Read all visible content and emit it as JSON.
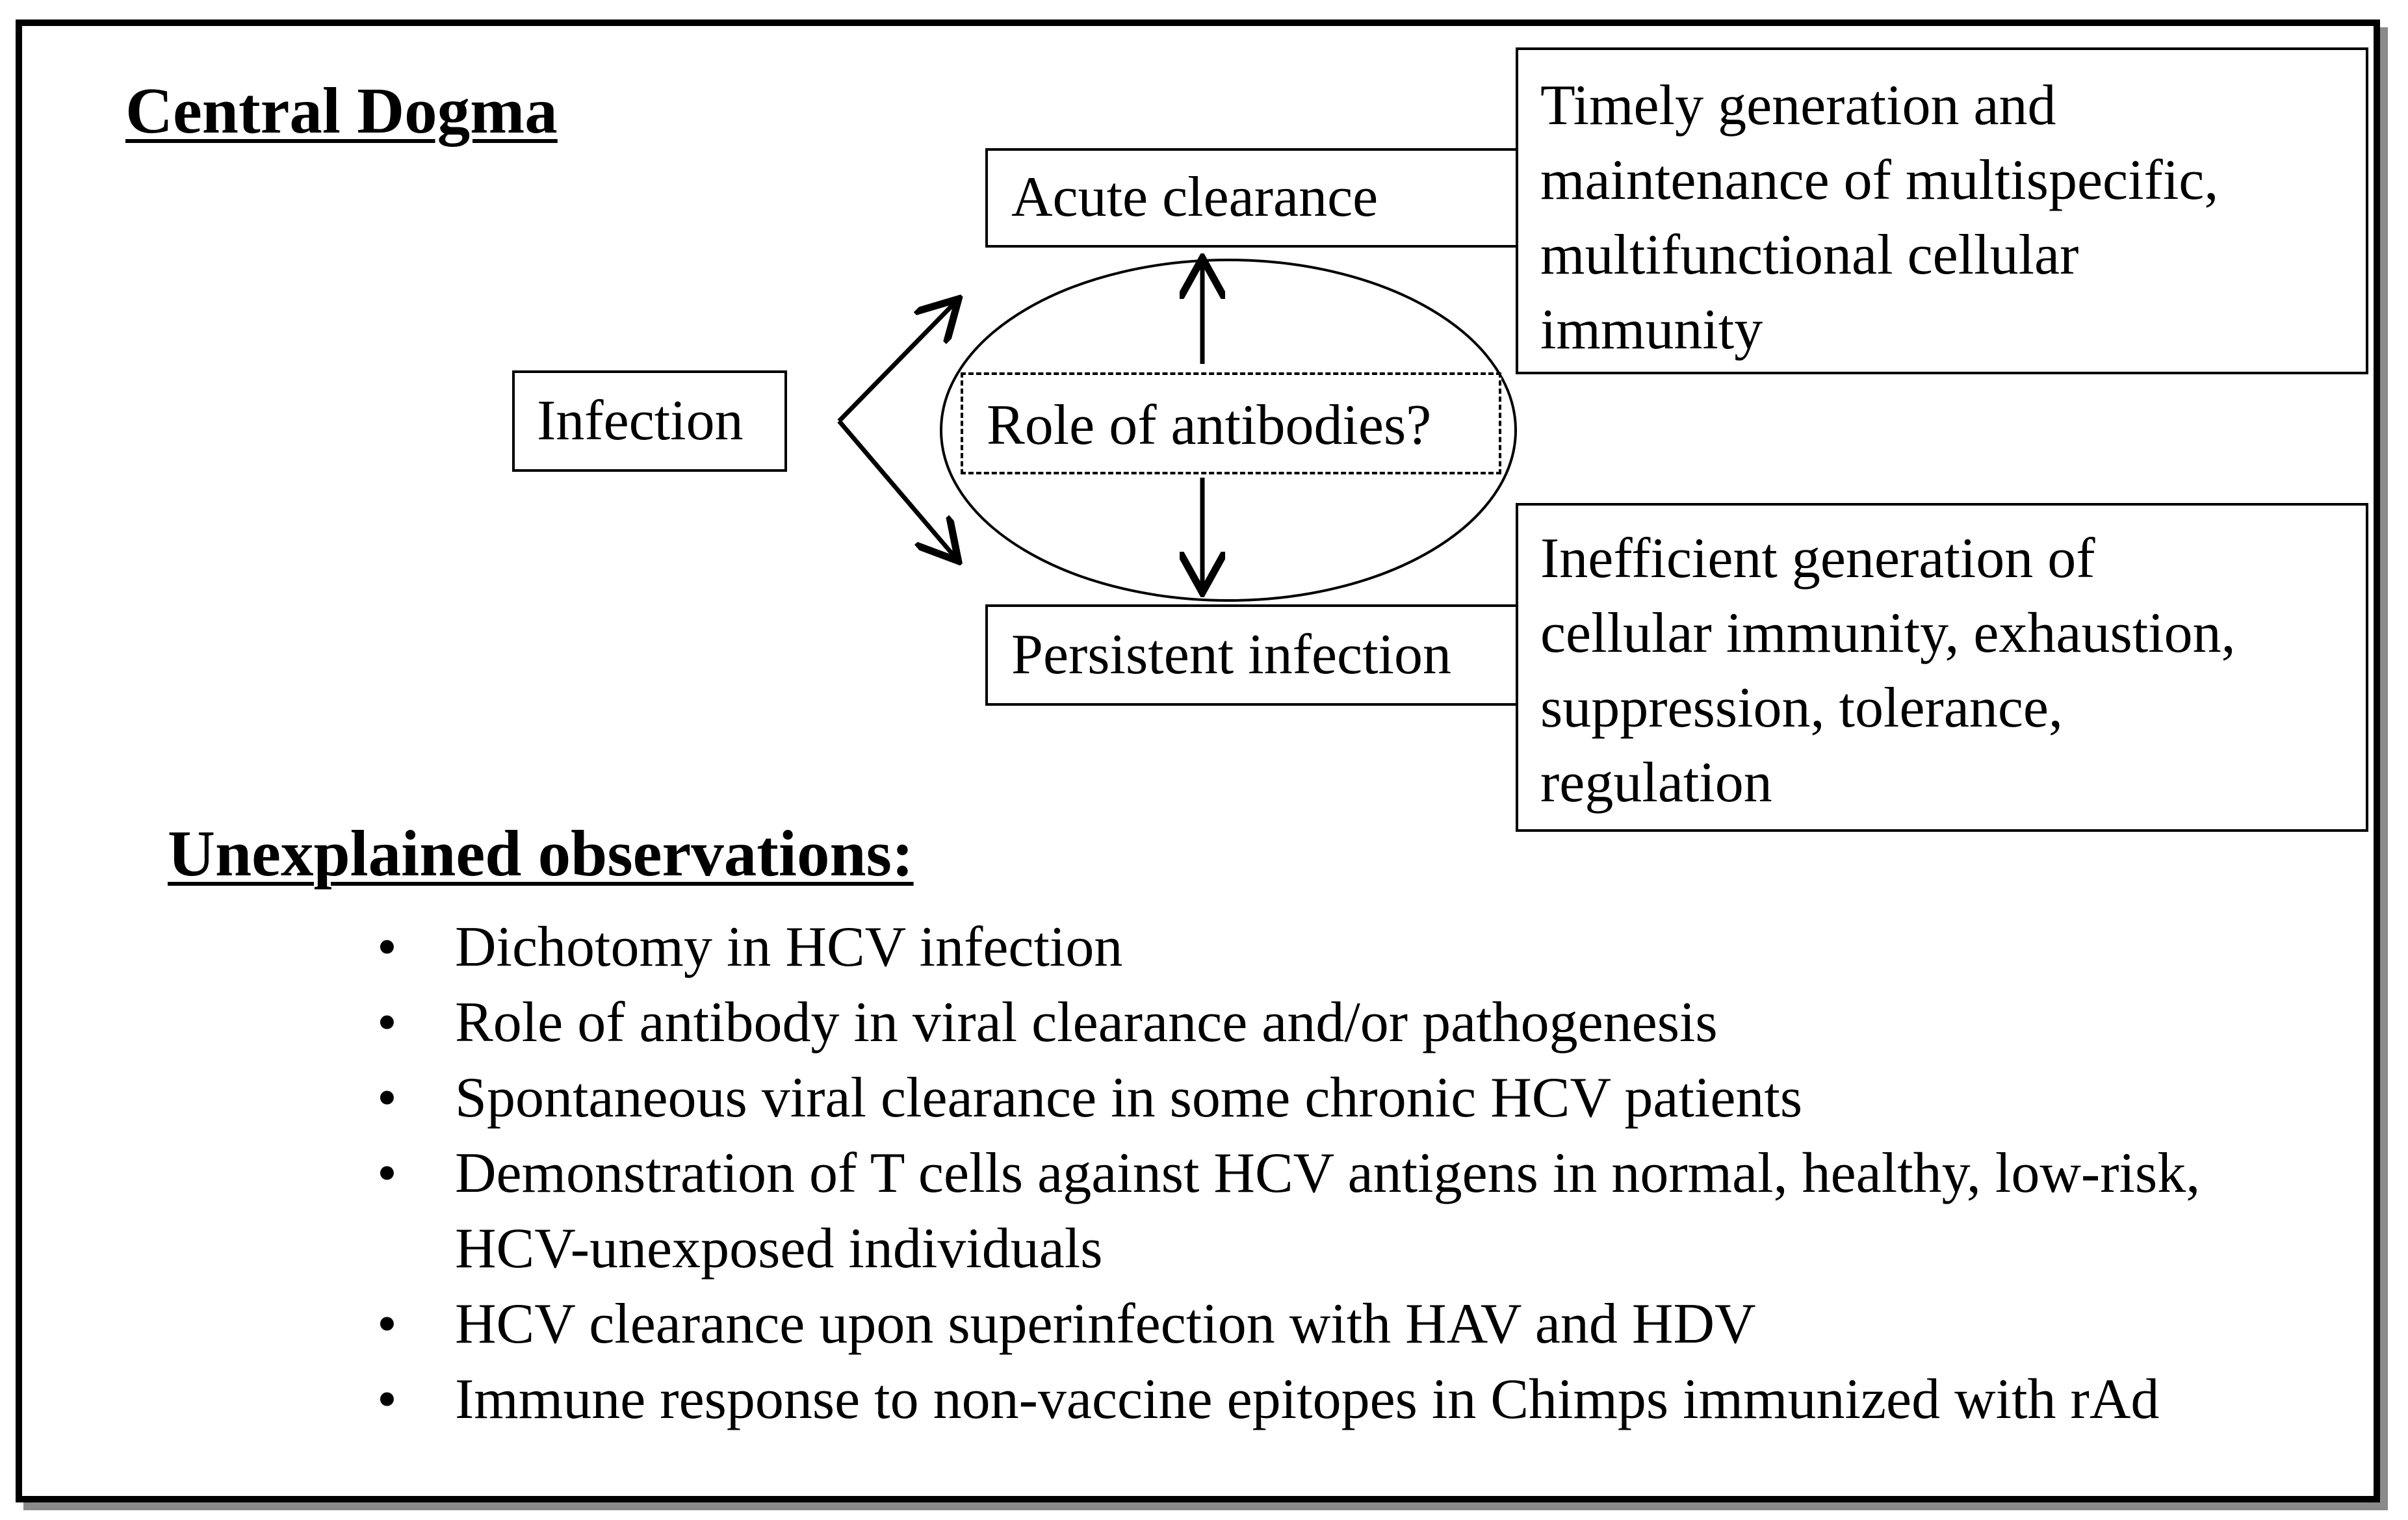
{
  "headings": {
    "central": "Central Dogma",
    "unexplained": "Unexplained observations:"
  },
  "diagram": {
    "infection": "Infection",
    "acute": "Acute clearance",
    "persistent": "Persistent infection",
    "antibodies": "Role of antibodies?",
    "timely_lines": [
      "Timely generation and",
      "maintenance of multispecific,",
      "multifunctional cellular",
      "immunity"
    ],
    "inefficient_lines": [
      "Inefficient generation of",
      "cellular immunity, exhaustion,",
      "suppression, tolerance,",
      "regulation"
    ]
  },
  "bullet_glyph": "•",
  "observations": [
    "Dichotomy in HCV infection",
    "Role of antibody in viral clearance and/or pathogenesis",
    "Spontaneous viral clearance in some chronic HCV patients",
    "Demonstration of T cells against HCV antigens in normal, healthy, low-risk, HCV-unexposed individuals",
    "HCV clearance upon superinfection with HAV and HDV",
    "Immune response to non-vaccine epitopes in Chimps immunized with rAd"
  ]
}
